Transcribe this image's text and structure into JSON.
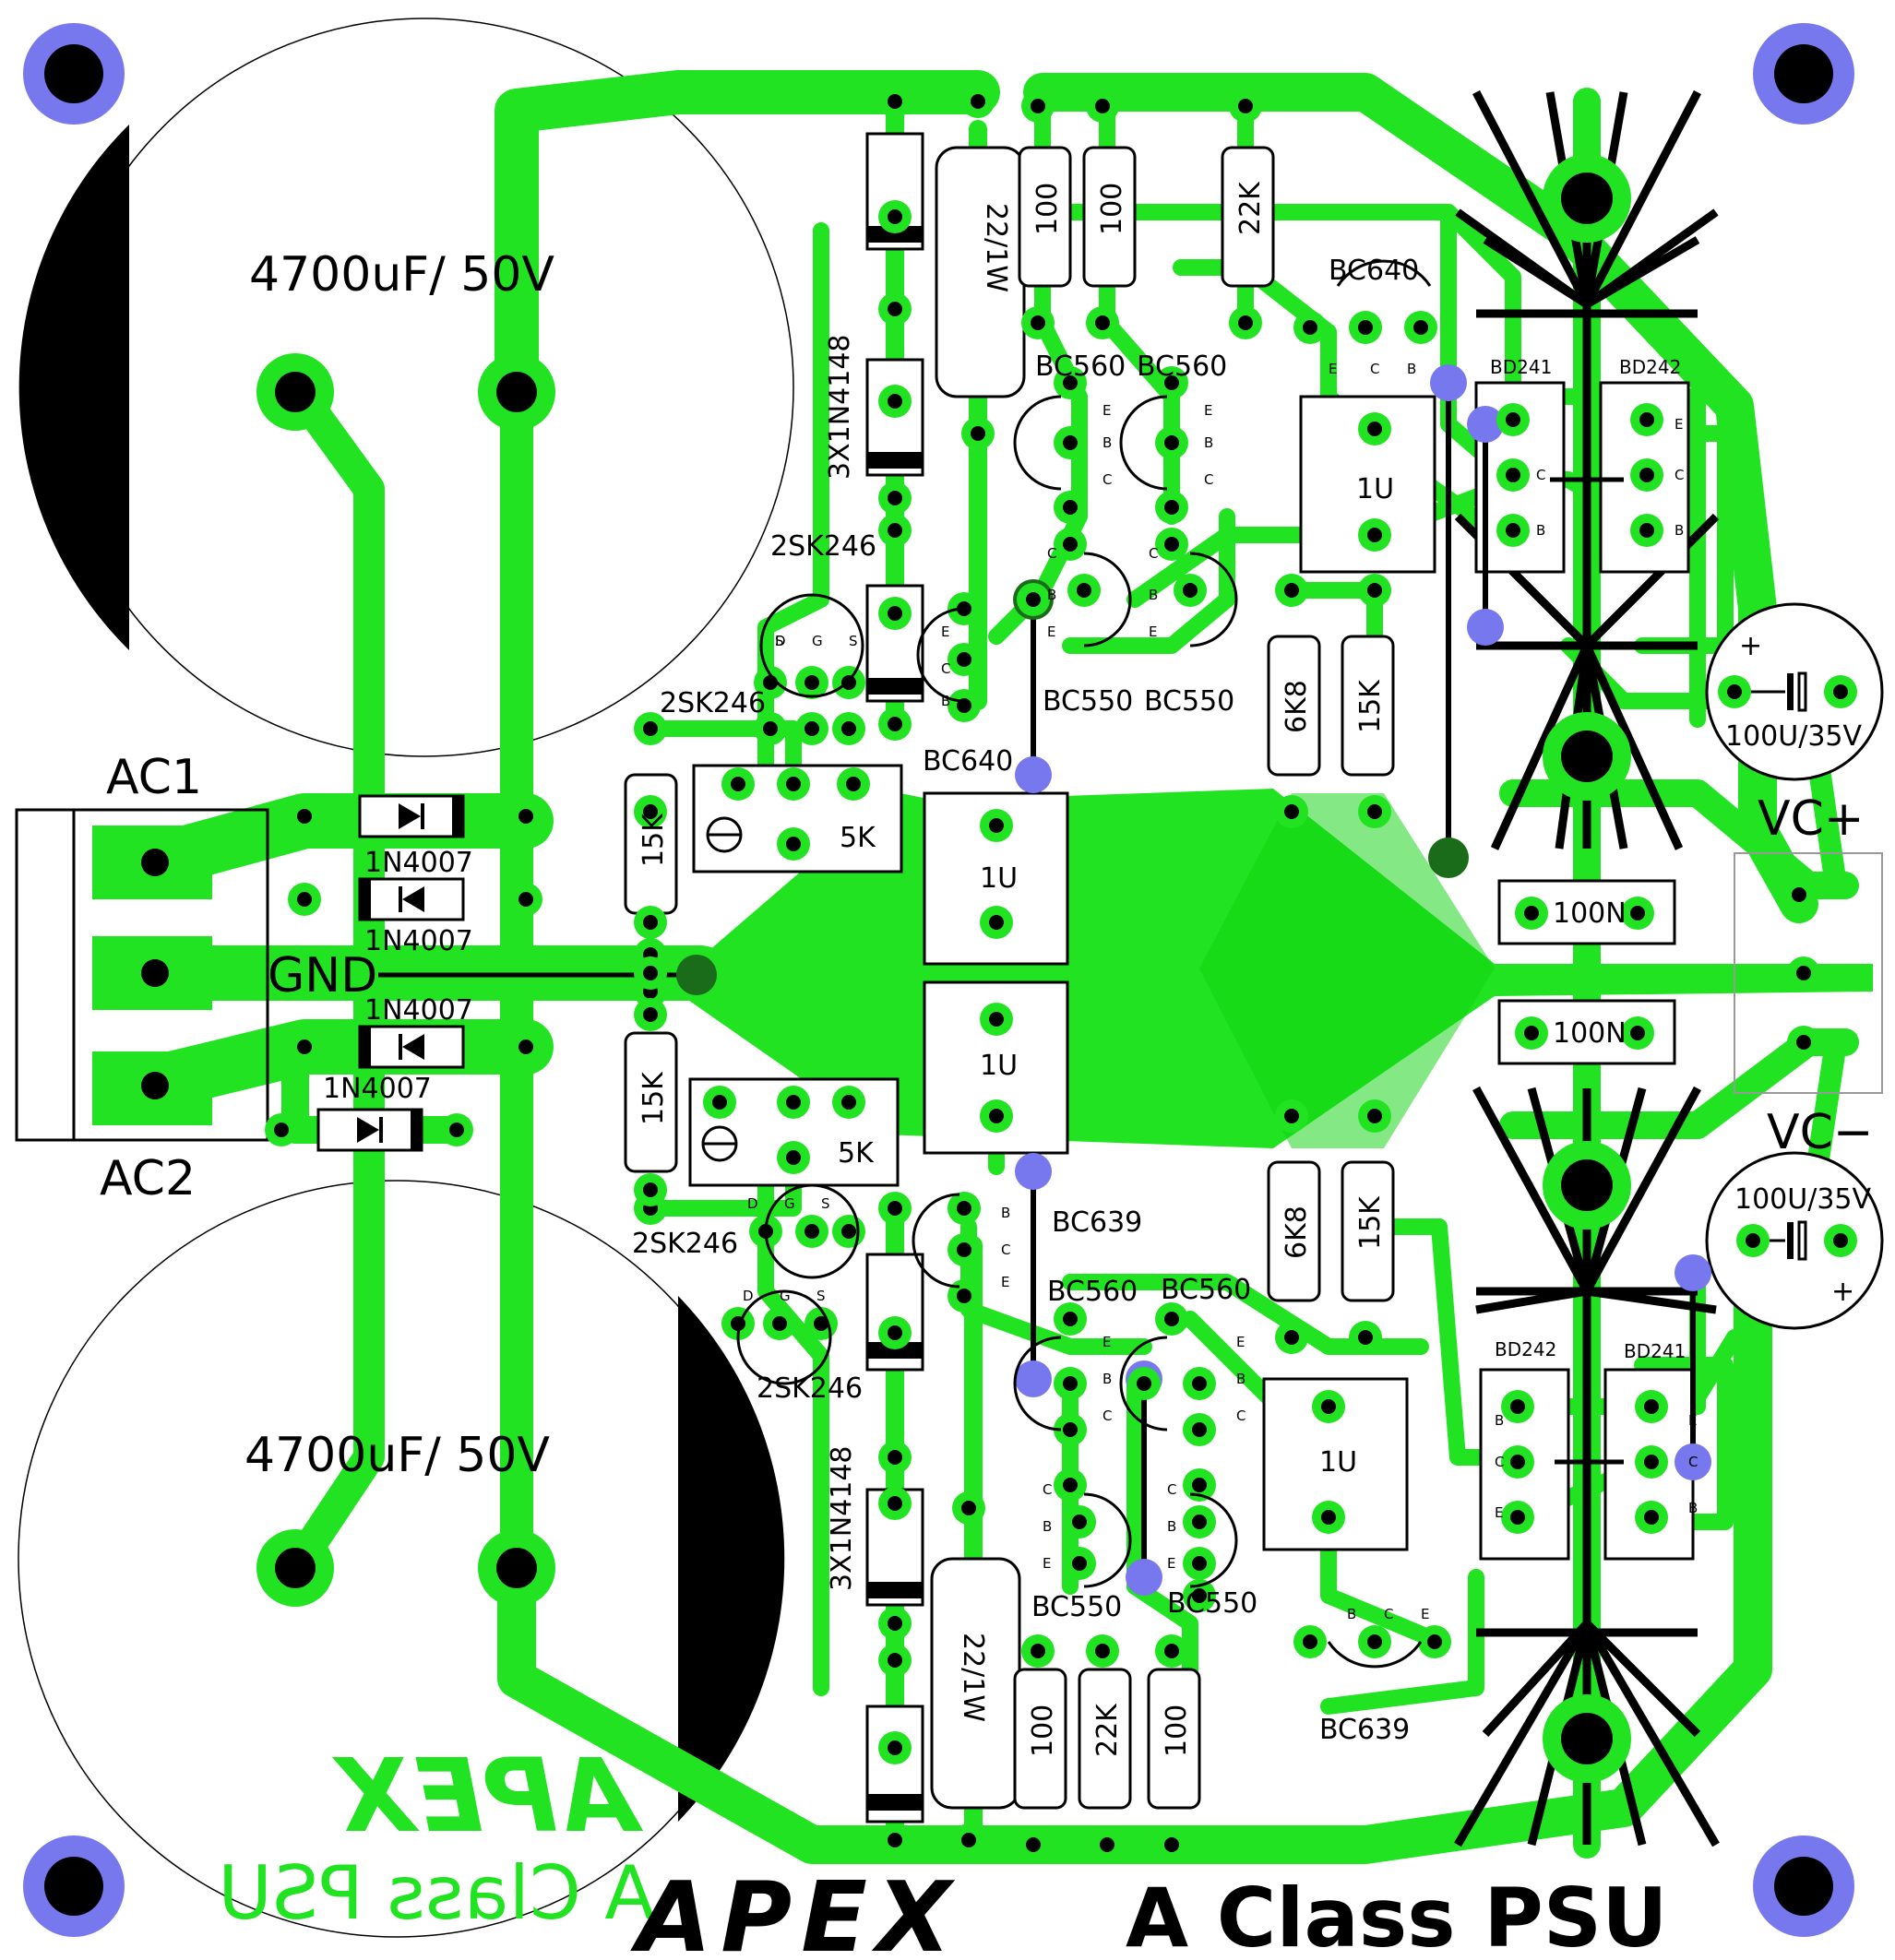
{
  "board": {
    "caps_main": {
      "top": "4700uF/ 50V",
      "bottom": "4700uF/ 50V"
    },
    "connector": {
      "ac1": "AC1",
      "gnd": "GND",
      "ac2": "AC2"
    },
    "bridge_diodes": [
      "1N4007",
      "1N4007",
      "1N4007",
      "1N4007"
    ],
    "diode_stack": {
      "top": "3X1N4148",
      "bottom": "3X1N4148"
    },
    "power_resistor": {
      "top": "22/1W",
      "bottom": "22/1W"
    },
    "resistors_top": [
      "100",
      "100",
      "22K"
    ],
    "resistors_bottom": [
      "100",
      "22K",
      "100"
    ],
    "jfets": {
      "top_a": "2SK246",
      "top_b": "2SK246",
      "bot_a": "2SK246",
      "bot_b": "2SK246"
    },
    "jfet_pins": {
      "d": "D",
      "g": "G",
      "s": "S"
    },
    "trimpots": {
      "top": "5K",
      "bottom": "5K"
    },
    "resistors_15k": {
      "top": "15K",
      "bottom": "15K"
    },
    "transistors": {
      "bc640": "BC640",
      "bc640_lower": "BC640",
      "bc560_a": "BC560",
      "bc560_b": "BC560",
      "bc550_a": "BC550",
      "bc550_b": "BC550",
      "bc639": "BC639",
      "bc639_lower": "BC639",
      "bc560_c": "BC560",
      "bc560_d": "BC560",
      "bc550_c": "BC550",
      "bc550_d": "BC550"
    },
    "pin_letters": {
      "b": "B",
      "c": "C",
      "e": "E"
    },
    "film_caps": {
      "top_a": "1U",
      "top_b": "1U",
      "mid_a": "1U",
      "mid_b": "1U"
    },
    "resistors_right": {
      "top_a": "6K8",
      "top_b": "15K",
      "bot_a": "6K8",
      "bot_b": "15K"
    },
    "power_transistors": {
      "top_a": "BD241",
      "top_b": "BD242",
      "bot_a": "BD242",
      "bot_b": "BD241"
    },
    "decoupling": {
      "top": "100N",
      "bottom": "100N"
    },
    "output_caps": {
      "top": "100U/35V",
      "bottom": "100U/35V"
    },
    "polarity": {
      "plus": "+"
    },
    "outputs": {
      "vcp": "VC+",
      "vcm": "VC−"
    },
    "brand": {
      "mirror": "APEX",
      "mirror_sub": "A Class PSU",
      "logo": "APEX",
      "title": "A Class PSU"
    }
  }
}
